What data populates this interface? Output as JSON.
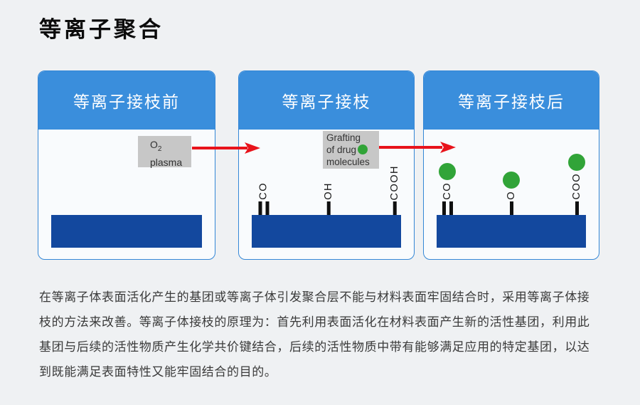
{
  "title": "等离子聚合",
  "panels": [
    {
      "header": "等离子接枝前"
    },
    {
      "header": "等离子接枝",
      "groups": [
        {
          "label": "CO",
          "bonds": 2
        },
        {
          "label": "OH",
          "bonds": 1
        },
        {
          "label": "COOH",
          "bonds": 1
        }
      ]
    },
    {
      "header": "等离子接枝后",
      "groups": [
        {
          "label": "CO",
          "bonds": 2,
          "molecule": true
        },
        {
          "label": "O",
          "bonds": 1,
          "molecule": true
        },
        {
          "label": "COO",
          "bonds": 1,
          "molecule": true
        }
      ]
    }
  ],
  "plasma_box": {
    "formula_base": "O",
    "formula_sub": "2",
    "label": "plasma"
  },
  "grafting_box": {
    "line1": "Grafting",
    "line2": "of drug",
    "line3": "molecules"
  },
  "paragraph": {
    "text": "在等离子体表面活化产生的基团或等离子体引发聚合层不能与材料表面牢固结合时，采用等离子体接\n枝的方法来改善。等离子体接枝的原理为：首先利用表面活化在材料表面产生新的活性基团，利用此\n基团与后续的活性物质产生化学共价键结合，后续的活性物质中带有能够满足应用的特定基团，以达\n到既能满足表面特性又能牢固结合的目的。"
  },
  "colors": {
    "header_blue": "#3a8edc",
    "substrate_blue": "#13489e",
    "arrow_red": "#e8131b",
    "molecule_green": "#31a438",
    "box_gray": "#c7c7c7",
    "page_bg": "#eff1f3",
    "panel_bg": "#f9fbfd",
    "panel_border": "#3487d6"
  }
}
